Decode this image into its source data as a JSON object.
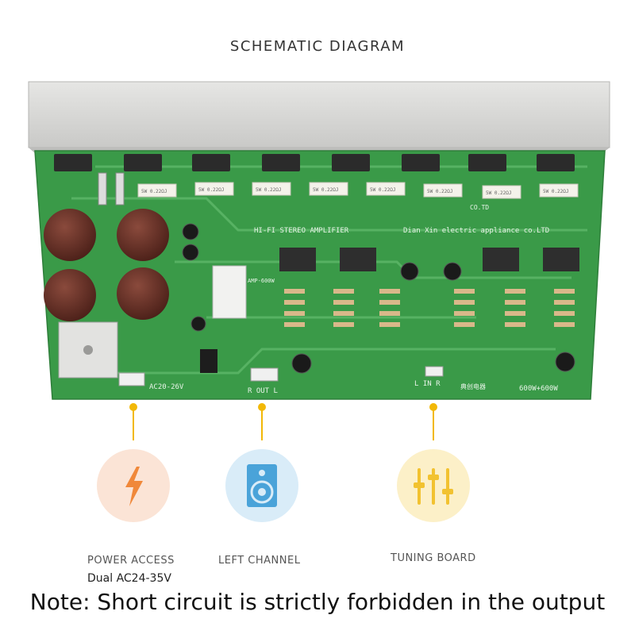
{
  "header": {
    "title": "SCHEMATIC DIAGRAM"
  },
  "board": {
    "silkscreen_title": "HI-FI STEREO AMPLIFIER",
    "maker": "Dian Xin electric appliance co.LTD",
    "maker_cn": "典创电器",
    "ac_label": "AC20-26V",
    "out_label": "R OUT L",
    "in_label": "L IN R",
    "power_label": "600W+600W",
    "ref_label": "CO.TD",
    "resistor_label": "5W 0.22ΩJ",
    "chip_label": "AMP-600W"
  },
  "callouts": [
    {
      "label": "POWER ACCESS",
      "sublabel": "Dual AC24-35V",
      "icon": "lightning-icon",
      "color": "#f0883a",
      "bg": "#fbe4d6"
    },
    {
      "label": "LEFT CHANNEL",
      "sublabel": "",
      "icon": "speaker-icon",
      "color": "#4aa3d9",
      "bg": "#d9ecf8"
    },
    {
      "label": "TUNING BOARD",
      "sublabel": "",
      "icon": "equalizer-icon",
      "color": "#f2c230",
      "bg": "#fcf0c8"
    }
  ],
  "accent": {
    "pointer": "#f2b807",
    "pcb": "#3a9a48",
    "heatsink": "#d8d8d6"
  },
  "note": "Note: Short circuit is strictly forbidden in the output"
}
